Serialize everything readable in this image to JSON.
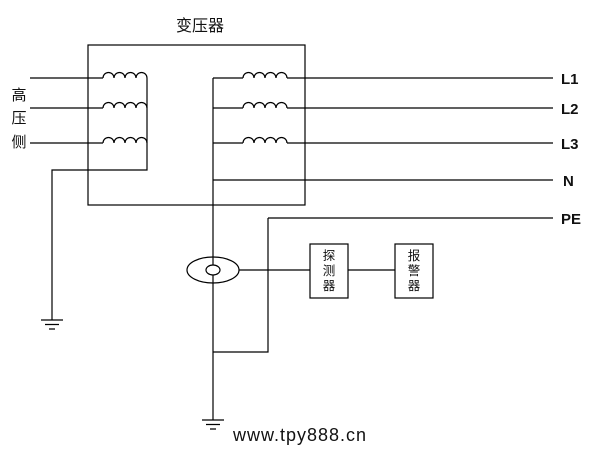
{
  "diagram": {
    "title": "变压器",
    "hv_side": {
      "chars": [
        "高",
        "压",
        "侧"
      ]
    },
    "outputs": {
      "l1": "L1",
      "l2": "L2",
      "l3": "L3",
      "n": "N",
      "pe": "PE"
    },
    "detector": {
      "chars": [
        "探",
        "测",
        "器"
      ]
    },
    "alarm": {
      "chars": [
        "报",
        "警",
        "器"
      ]
    },
    "watermark": "www.tpy888.cn",
    "colors": {
      "line": "#000000",
      "watermark": "#9c9c9c"
    }
  }
}
